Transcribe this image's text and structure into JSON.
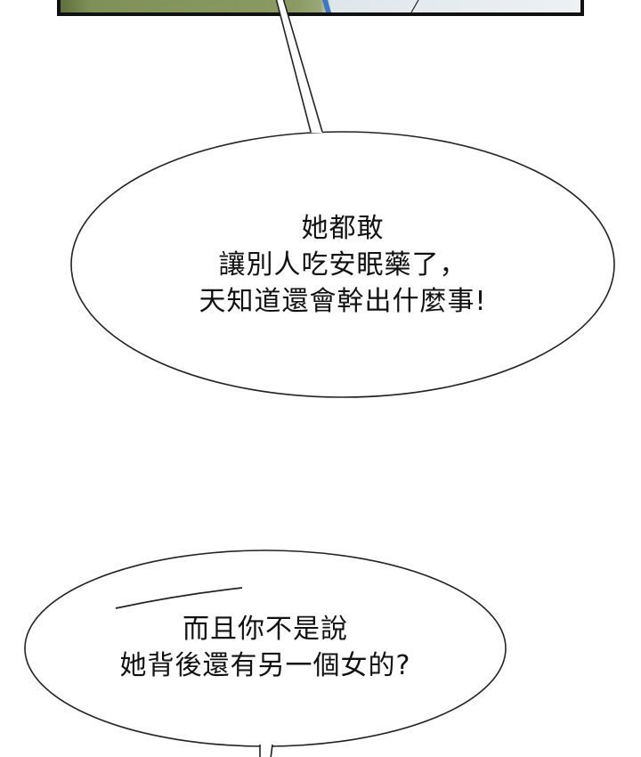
{
  "panel": {
    "top_strip": {
      "colors": {
        "border": "#111111",
        "left_scene": "#7f9058",
        "left_scene_dark": "#5e6e3c",
        "right_scene": "#e9edf0",
        "accent_blue": "#3f78c0"
      }
    }
  },
  "bubbles": [
    {
      "lines": [
        "她都敢",
        "讓別人吃安眠藥了，",
        "天知道還會幹出什麼事!"
      ],
      "tail": "up"
    },
    {
      "lines": [
        "而且你不是說",
        "她背後還有另一個女的?"
      ],
      "tail": "down"
    }
  ]
}
